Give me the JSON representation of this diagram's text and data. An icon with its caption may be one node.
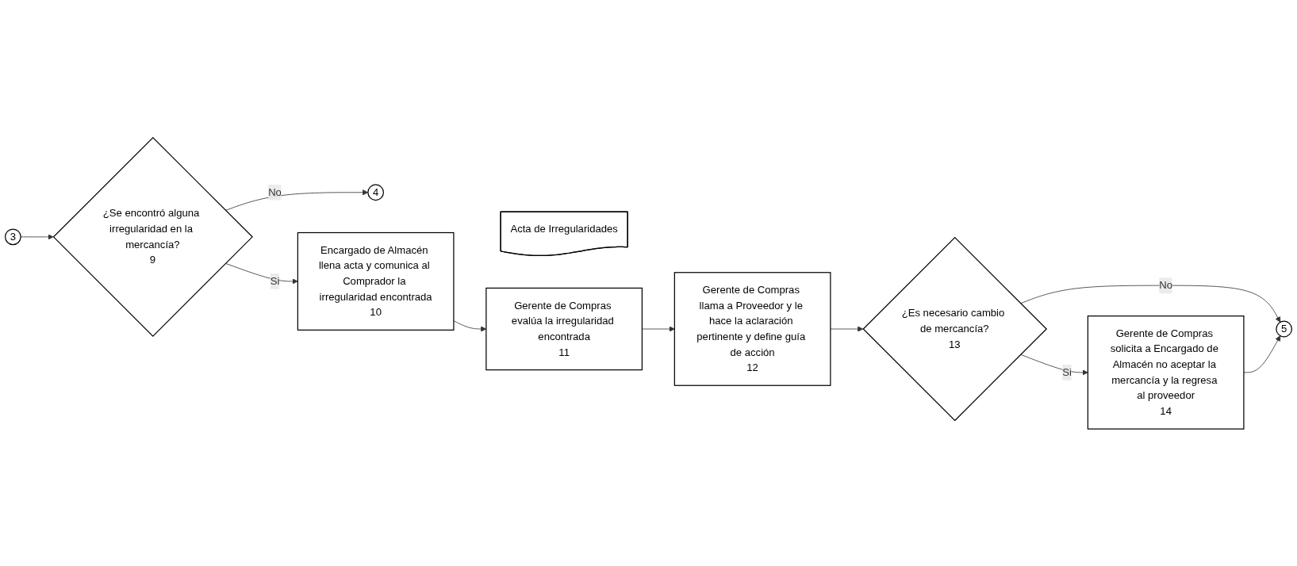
{
  "diagram": {
    "nodes": [
      {
        "text": [
          "3"
        ]
      },
      {
        "text": [
          "¿Se encontró alguna irregularidad en la mercancía?",
          "9"
        ]
      },
      {
        "text": [
          "4"
        ]
      },
      {
        "text": [
          "Encargado de Almacén llena acta y comunica al Comprador la irregularidad encontrada",
          "10"
        ]
      },
      {
        "text": [
          "Acta de Irregularidades"
        ]
      },
      {
        "text": [
          "Gerente de Compras evalúa la irregularidad encontrada",
          "11"
        ]
      },
      {
        "text": [
          "Gerente de Compras llama a Proveedor y le hace la aclaración pertinente y define guía de acción",
          "12"
        ]
      },
      {
        "text": [
          "¿Es necesario cambio de mercancía?",
          "13"
        ]
      },
      {
        "text": [
          "5"
        ]
      },
      {
        "text": [
          "Gerente de Compras solicita a Encargado de Almacén no aceptar la mercancía y la regresa al proveedor",
          "14"
        ]
      }
    ],
    "edges": [
      {
        "from": 0,
        "to": 1,
        "arrow": "to"
      },
      {
        "from": 1,
        "to": 2,
        "label": "No",
        "arrow": "to"
      },
      {
        "from": 1,
        "to": 3,
        "label": "Si",
        "arrow": "to"
      },
      {
        "from": 3,
        "to": 5,
        "arrow": "to"
      },
      {
        "from": 5,
        "to": 6,
        "arrow": "to"
      },
      {
        "from": 6,
        "to": 7,
        "arrow": "to"
      },
      {
        "from": 7,
        "to": 8,
        "label": "No",
        "arrow": "to"
      },
      {
        "from": 7,
        "to": 9,
        "label": "Si",
        "arrow": "to"
      },
      {
        "from": 9,
        "to": 8,
        "arrow": "to"
      }
    ]
  }
}
